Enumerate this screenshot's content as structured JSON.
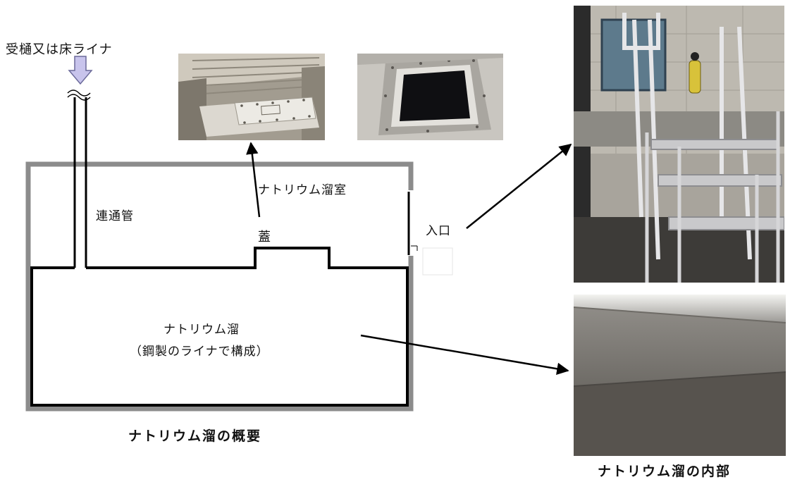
{
  "labels": {
    "floor_liner": "受樋又は床ライナ",
    "connecting_pipe": "連通管",
    "room": "ナトリウム溜室",
    "lid": "蓋",
    "entrance": "入口",
    "pit_name": "ナトリウム溜",
    "pit_note": "（鋼製のライナで構成）",
    "overview_caption": "ナトリウム溜の概要",
    "interior_caption": "ナトリウム溜の内部"
  },
  "photos": {
    "lid_closed": "lid-closed-photo",
    "lid_open": "lid-open-photo",
    "entrance_stairs": "entrance-stairs-photo",
    "pit_interior": "pit-interior-photo"
  },
  "colors": {
    "room_wall": "#8c8c8c",
    "pit_wall": "#000000",
    "arrow_fill": "#c8c4ec",
    "arrow_stroke": "#6b6a9a"
  }
}
